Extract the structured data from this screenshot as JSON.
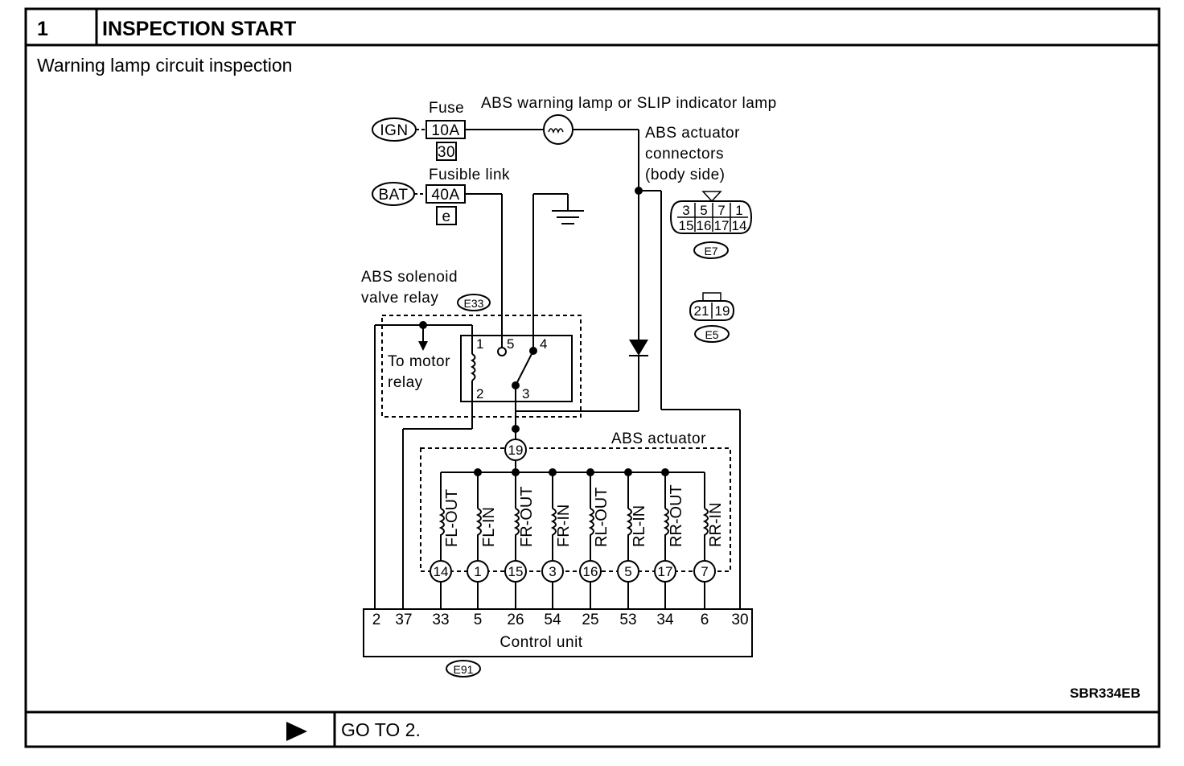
{
  "header": {
    "step_number": "1",
    "title": "INSPECTION START"
  },
  "subtitle": "Warning lamp circuit inspection",
  "diagram": {
    "fuse_label": "Fuse",
    "warning_lamp_label": "ABS warning lamp or SLIP indicator lamp",
    "ign": "IGN",
    "fuse_rating": "10A",
    "fuse_number": "30",
    "fusible_link_label": "Fusible link",
    "bat": "BAT",
    "fusible_link_rating": "40A",
    "fusible_link_id": "e",
    "actuator_connectors_label": [
      "ABS actuator",
      "connectors",
      "(body side)"
    ],
    "connector_e7": {
      "top_pins": [
        "3",
        "5",
        "7",
        "1"
      ],
      "bottom_pins": [
        "15",
        "16",
        "17",
        "14"
      ],
      "id": "E7"
    },
    "connector_e5": {
      "pins": [
        "21",
        "19"
      ],
      "id": "E5"
    },
    "relay_label": [
      "ABS solenoid",
      "valve relay"
    ],
    "relay_connector": "E33",
    "relay_pins": [
      "1",
      "5",
      "4",
      "2",
      "3"
    ],
    "motor_relay_label": [
      "To motor",
      "relay"
    ],
    "actuator_label": "ABS actuator",
    "actuator_common_pin": "19",
    "solenoids": [
      {
        "name": "FL-OUT",
        "pin": "14",
        "cu_pin": "33"
      },
      {
        "name": "FL-IN",
        "pin": "1",
        "cu_pin": "5"
      },
      {
        "name": "FR-OUT",
        "pin": "15",
        "cu_pin": "26"
      },
      {
        "name": "FR-IN",
        "pin": "3",
        "cu_pin": "54"
      },
      {
        "name": "RL-OUT",
        "pin": "16",
        "cu_pin": "25"
      },
      {
        "name": "RL-IN",
        "pin": "5",
        "cu_pin": "53"
      },
      {
        "name": "RR-OUT",
        "pin": "17",
        "cu_pin": "34"
      },
      {
        "name": "RR-IN",
        "pin": "7",
        "cu_pin": "6"
      }
    ],
    "cu_left_pins": [
      "2",
      "37"
    ],
    "cu_right_pin": "30",
    "control_unit_label": "Control unit",
    "control_unit_connector": "E91"
  },
  "figure_ref": "SBR334EB",
  "footer": {
    "arrow_icon": "right-triangle-arrow-icon",
    "action": "GO TO 2."
  }
}
